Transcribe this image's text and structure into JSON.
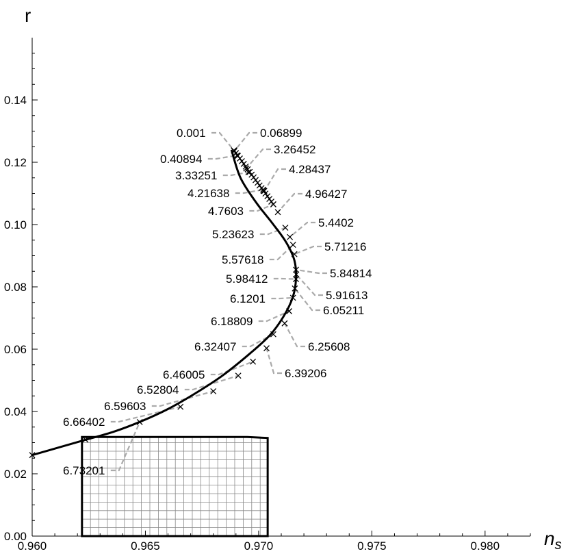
{
  "chart_data": {
    "type": "scatter",
    "title": "",
    "xlabel": "n",
    "xlabel_sub": "s",
    "ylabel": "r",
    "xlim": [
      0.96,
      0.982
    ],
    "ylim": [
      0.0,
      0.16
    ],
    "x_ticks": [
      0.96,
      0.965,
      0.97,
      0.975,
      0.98
    ],
    "x_tick_labels": [
      "0.960",
      "0.965",
      "0.970",
      "0.975",
      "0.980"
    ],
    "y_ticks": [
      0.0,
      0.02,
      0.04,
      0.06,
      0.08,
      0.1,
      0.12,
      0.14
    ],
    "y_tick_labels": [
      "0.00",
      "0.02",
      "0.04",
      "0.06",
      "0.08",
      "0.10",
      "0.12",
      "0.14"
    ],
    "grid": false,
    "curve": {
      "x": [
        0.96,
        0.9612,
        0.9624,
        0.9636,
        0.9648,
        0.966,
        0.9672,
        0.9684,
        0.9696,
        0.9705,
        0.9711,
        0.9715,
        0.97165,
        0.97158,
        0.9712,
        0.9706,
        0.9699,
        0.9692,
        0.9688
      ],
      "y": [
        0.026,
        0.0285,
        0.031,
        0.0335,
        0.0368,
        0.0408,
        0.0458,
        0.0515,
        0.0585,
        0.0645,
        0.0705,
        0.0765,
        0.0825,
        0.0885,
        0.0945,
        0.1005,
        0.107,
        0.115,
        0.124
      ]
    },
    "points": [
      {
        "label": "0.001",
        "x": 0.96891,
        "y": 0.1238
      },
      {
        "label": "0.06899",
        "x": 0.96893,
        "y": 0.1236
      },
      {
        "label": "0.40894",
        "x": 0.96905,
        "y": 0.1222
      },
      {
        "label": "3.26452",
        "x": 0.96945,
        "y": 0.118
      },
      {
        "label": "3.33251",
        "x": 0.96955,
        "y": 0.1168
      },
      {
        "label": "4.28437",
        "x": 0.97025,
        "y": 0.1108
      },
      {
        "label": "4.21638",
        "x": 0.9702,
        "y": 0.1112
      },
      {
        "label": "4.96427",
        "x": 0.97085,
        "y": 0.104
      },
      {
        "label": "4.7603",
        "x": 0.97065,
        "y": 0.1065
      },
      {
        "label": "5.4402",
        "x": 0.97138,
        "y": 0.096
      },
      {
        "label": "5.23623",
        "x": 0.97118,
        "y": 0.099
      },
      {
        "label": "5.71216",
        "x": 0.97158,
        "y": 0.0905
      },
      {
        "label": "5.57618",
        "x": 0.97152,
        "y": 0.0935
      },
      {
        "label": "5.84814",
        "x": 0.97165,
        "y": 0.0855
      },
      {
        "label": "5.98412",
        "x": 0.97165,
        "y": 0.0825
      },
      {
        "label": "5.91613",
        "x": 0.97166,
        "y": 0.084
      },
      {
        "label": "6.05211",
        "x": 0.9716,
        "y": 0.0795
      },
      {
        "label": "6.1201",
        "x": 0.97152,
        "y": 0.0765
      },
      {
        "label": "6.18809",
        "x": 0.97135,
        "y": 0.0722
      },
      {
        "label": "6.25608",
        "x": 0.97115,
        "y": 0.0683
      },
      {
        "label": "6.32407",
        "x": 0.97065,
        "y": 0.0648
      },
      {
        "label": "6.39206",
        "x": 0.97035,
        "y": 0.0603
      },
      {
        "label": "6.46005",
        "x": 0.96975,
        "y": 0.056
      },
      {
        "label": "6.52804",
        "x": 0.9691,
        "y": 0.0515
      },
      {
        "label": "6.59603",
        "x": 0.968,
        "y": 0.0465
      },
      {
        "label": "6.66402",
        "x": 0.96655,
        "y": 0.0415
      },
      {
        "label": "6.73201",
        "x": 0.96475,
        "y": 0.0366
      }
    ],
    "extra_points": [
      {
        "x": 0.96235,
        "y": 0.031
      },
      {
        "x": 0.96,
        "y": 0.026
      }
    ],
    "region": {
      "x": [
        0.9622,
        0.9695,
        0.9704,
        0.9704,
        0.9622
      ],
      "y": [
        0.0318,
        0.0318,
        0.0315,
        0.0,
        0.0
      ]
    }
  }
}
